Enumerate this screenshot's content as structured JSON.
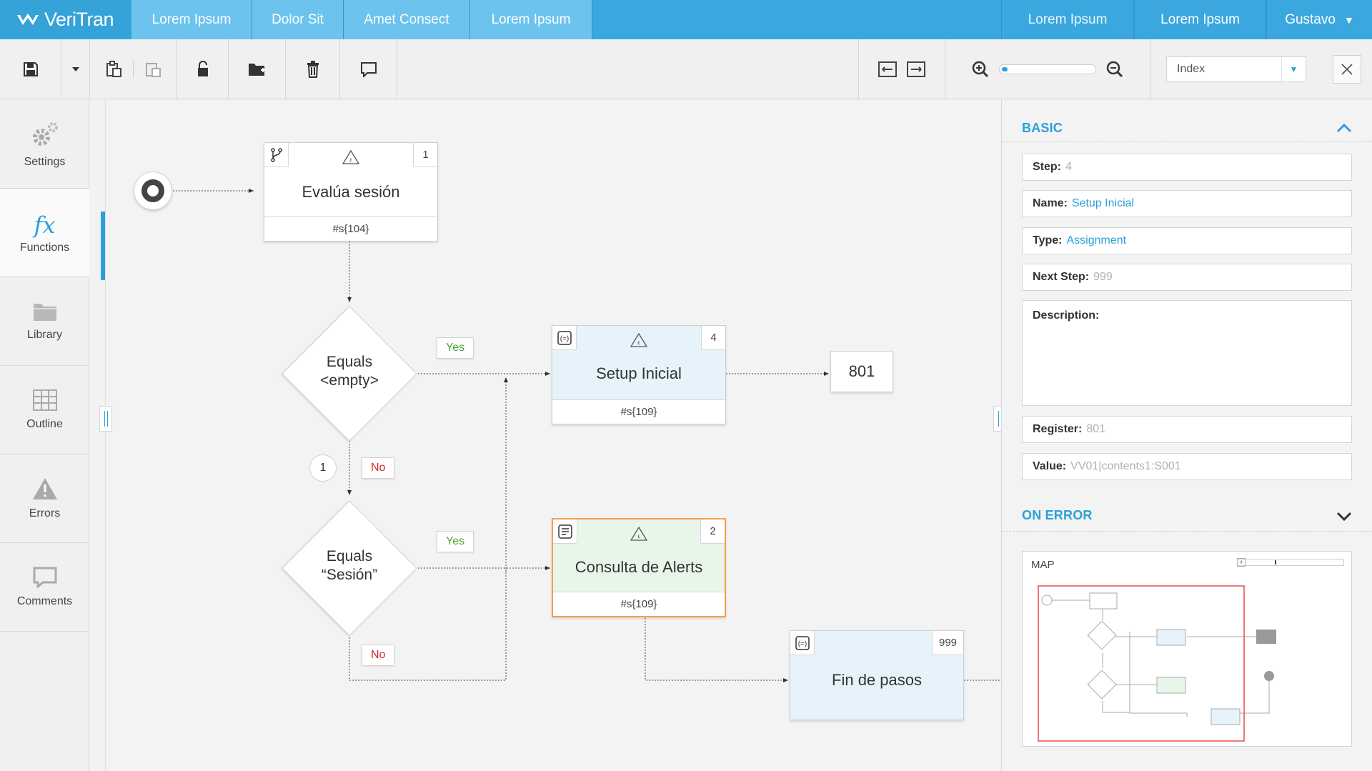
{
  "app": {
    "logo": "VeriTran"
  },
  "nav": {
    "tabs": [
      "Lorem Ipsum",
      "Dolor Sit",
      "Amet Consect",
      "Lorem Ipsum"
    ],
    "right_tabs": [
      "Lorem Ipsum",
      "Lorem Ipsum"
    ],
    "user": "Gustavo"
  },
  "toolbar": {
    "view_select": "Index",
    "zoom_level": 0.06
  },
  "sidebar": {
    "items": [
      {
        "label": "Settings",
        "icon": "gears-icon"
      },
      {
        "label": "Functions",
        "icon": "fx-icon"
      },
      {
        "label": "Library",
        "icon": "folder-icon"
      },
      {
        "label": "Outline",
        "icon": "grid-icon"
      },
      {
        "label": "Errors",
        "icon": "warning-icon"
      },
      {
        "label": "Comments",
        "icon": "comment-icon"
      }
    ],
    "active": "Functions"
  },
  "flow": {
    "nodes": [
      {
        "id": "1",
        "title": "Evalúa sesión",
        "footer": "#s{104}",
        "icon": "branch-icon"
      },
      {
        "id": "4",
        "title": "Setup Inicial",
        "footer": "#s{109}",
        "icon": "assignment-icon"
      },
      {
        "id": "2",
        "title": "Consulta de Alerts",
        "footer": "#s{109}",
        "icon": "service-icon"
      },
      {
        "id": "999",
        "title": "Fin de pasos",
        "icon": "assignment-icon"
      }
    ],
    "decisions": [
      {
        "line1": "Equals",
        "line2": "<empty>"
      },
      {
        "line1": "Equals",
        "line2": "“Sesión”"
      }
    ],
    "labels": {
      "yes": "Yes",
      "no": "No"
    },
    "loop_marker": "1",
    "terminal": "801"
  },
  "panel": {
    "basic_title": "BASIC",
    "on_error_title": "ON ERROR",
    "fields": {
      "step": {
        "label": "Step:",
        "value": "4"
      },
      "name": {
        "label": "Name:",
        "value": "Setup Inicial"
      },
      "type": {
        "label": "Type:",
        "value": "Assignment"
      },
      "next_step": {
        "label": "Next Step:",
        "value": "999"
      },
      "description": {
        "label": "Description:",
        "value": ""
      },
      "register": {
        "label": "Register:",
        "value": "801"
      },
      "value": {
        "label": "Value:",
        "value": "VV01|contents1:S001"
      }
    },
    "map": {
      "label": "MAP",
      "minus": "−",
      "plus": "+"
    }
  },
  "colors": {
    "accent": "#2aa0d8",
    "nav": "#3aa8de",
    "nav_light": "#6bc3ee",
    "yes": "#4aa53b",
    "no": "#d62b2b",
    "highlight": "#f0a04b"
  }
}
